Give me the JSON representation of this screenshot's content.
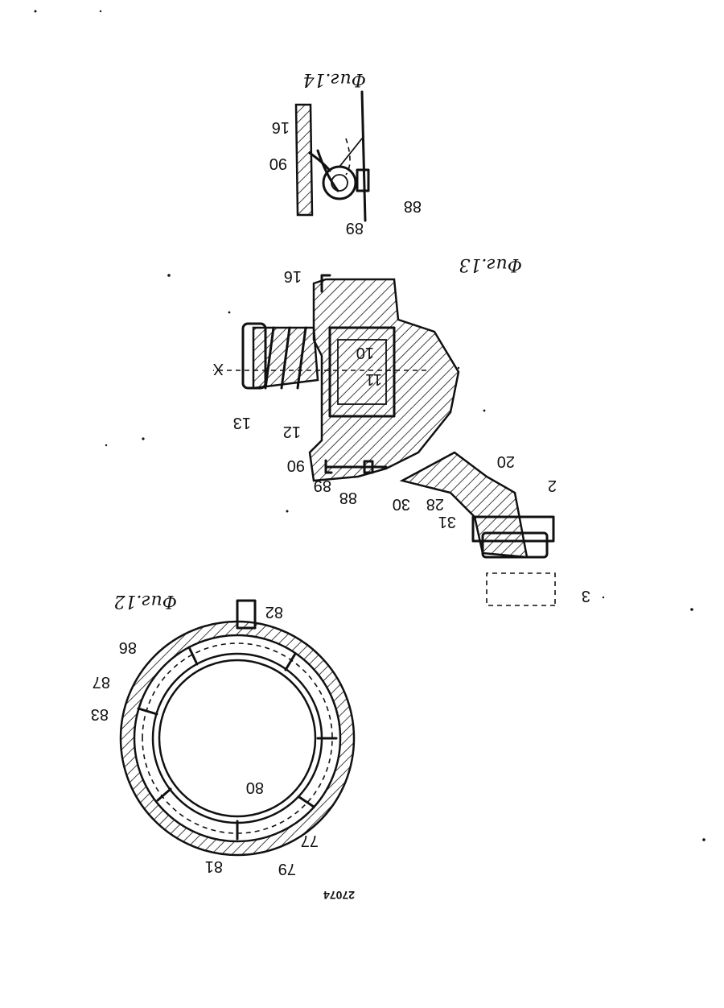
{
  "figures": {
    "fig14": {
      "caption": "Фиг.14",
      "labels": [
        "16",
        "90",
        "89",
        "88"
      ]
    },
    "fig13": {
      "caption": "Фиг.13",
      "labels": [
        "16",
        "10",
        "11",
        "X",
        "13",
        "12",
        "90",
        "89",
        "88",
        "30",
        "28",
        "31",
        "2",
        "20",
        "3"
      ]
    },
    "fig12": {
      "caption": "Фиг.12",
      "labels": [
        "82",
        "86",
        "87",
        "83",
        "80",
        "77",
        "81",
        "79"
      ]
    }
  },
  "document_number": "27074"
}
